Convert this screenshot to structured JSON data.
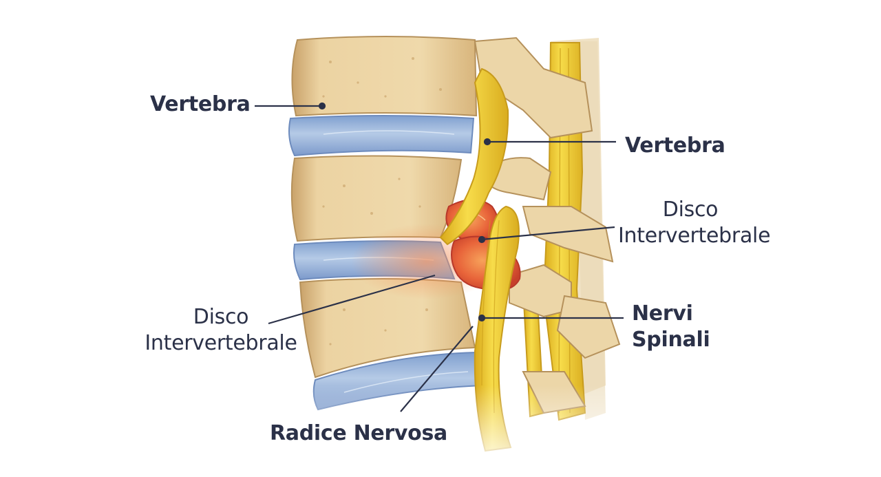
{
  "labels": {
    "vertebra_left": "Vertebra",
    "vertebra_right": "Vertebra",
    "disc_right_line1": "Disco",
    "disc_right_line2": "Intervertebrale",
    "disc_left_line1": "Disco",
    "disc_left_line2": "Intervertebrale",
    "nerves_line1": "Nervi",
    "nerves_line2": "Spinali",
    "nerve_root": "Radice Nervosa"
  },
  "colors": {
    "bone": "#ecd3a2",
    "bone_shadow": "#c9a46a",
    "disc": "#9db8dc",
    "nerve": "#f3cf2e",
    "herniation": "#e8643a",
    "label_text": "#2b3148",
    "leader_line": "#2b3148"
  }
}
